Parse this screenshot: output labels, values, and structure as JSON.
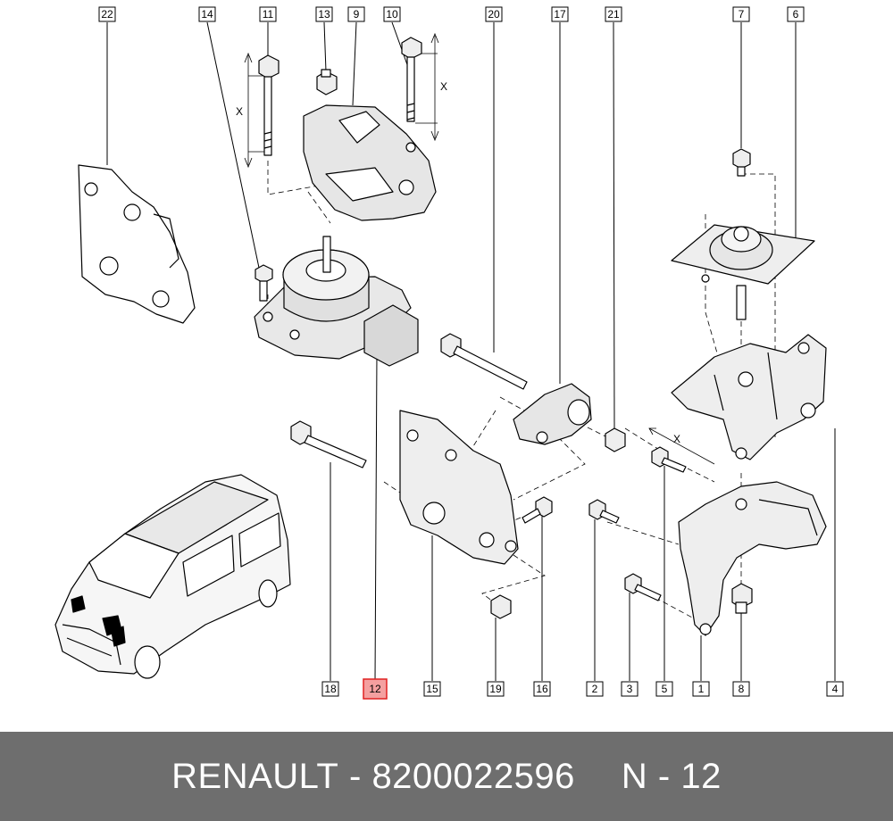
{
  "callouts": [
    {
      "id": "22",
      "label": "22"
    },
    {
      "id": "14",
      "label": "14"
    },
    {
      "id": "11",
      "label": "11"
    },
    {
      "id": "13",
      "label": "13"
    },
    {
      "id": "9",
      "label": "9"
    },
    {
      "id": "10",
      "label": "10"
    },
    {
      "id": "20",
      "label": "20"
    },
    {
      "id": "17",
      "label": "17"
    },
    {
      "id": "21",
      "label": "21"
    },
    {
      "id": "7",
      "label": "7"
    },
    {
      "id": "6",
      "label": "6"
    },
    {
      "id": "18",
      "label": "18"
    },
    {
      "id": "12",
      "label": "12",
      "highlighted": true
    },
    {
      "id": "15",
      "label": "15"
    },
    {
      "id": "19",
      "label": "19"
    },
    {
      "id": "16",
      "label": "16"
    },
    {
      "id": "2",
      "label": "2"
    },
    {
      "id": "3",
      "label": "3"
    },
    {
      "id": "5",
      "label": "5"
    },
    {
      "id": "1",
      "label": "1"
    },
    {
      "id": "8",
      "label": "8"
    },
    {
      "id": "4",
      "label": "4"
    }
  ],
  "dimension_label": "X",
  "footer": {
    "brand": "RENAULT",
    "separator": "-",
    "part_number": "8200022596",
    "ref_prefix": "N",
    "ref_separator": "-",
    "ref_number": "12"
  },
  "colors": {
    "background": "#ffffff",
    "footer_bg": "#6e6e6e",
    "footer_text": "#ffffff",
    "highlight_fill": "#f4a0a0",
    "highlight_stroke": "#e02020",
    "line": "#000000",
    "part_fill": "#ffffff",
    "part_shade": "#d8d8d8"
  }
}
